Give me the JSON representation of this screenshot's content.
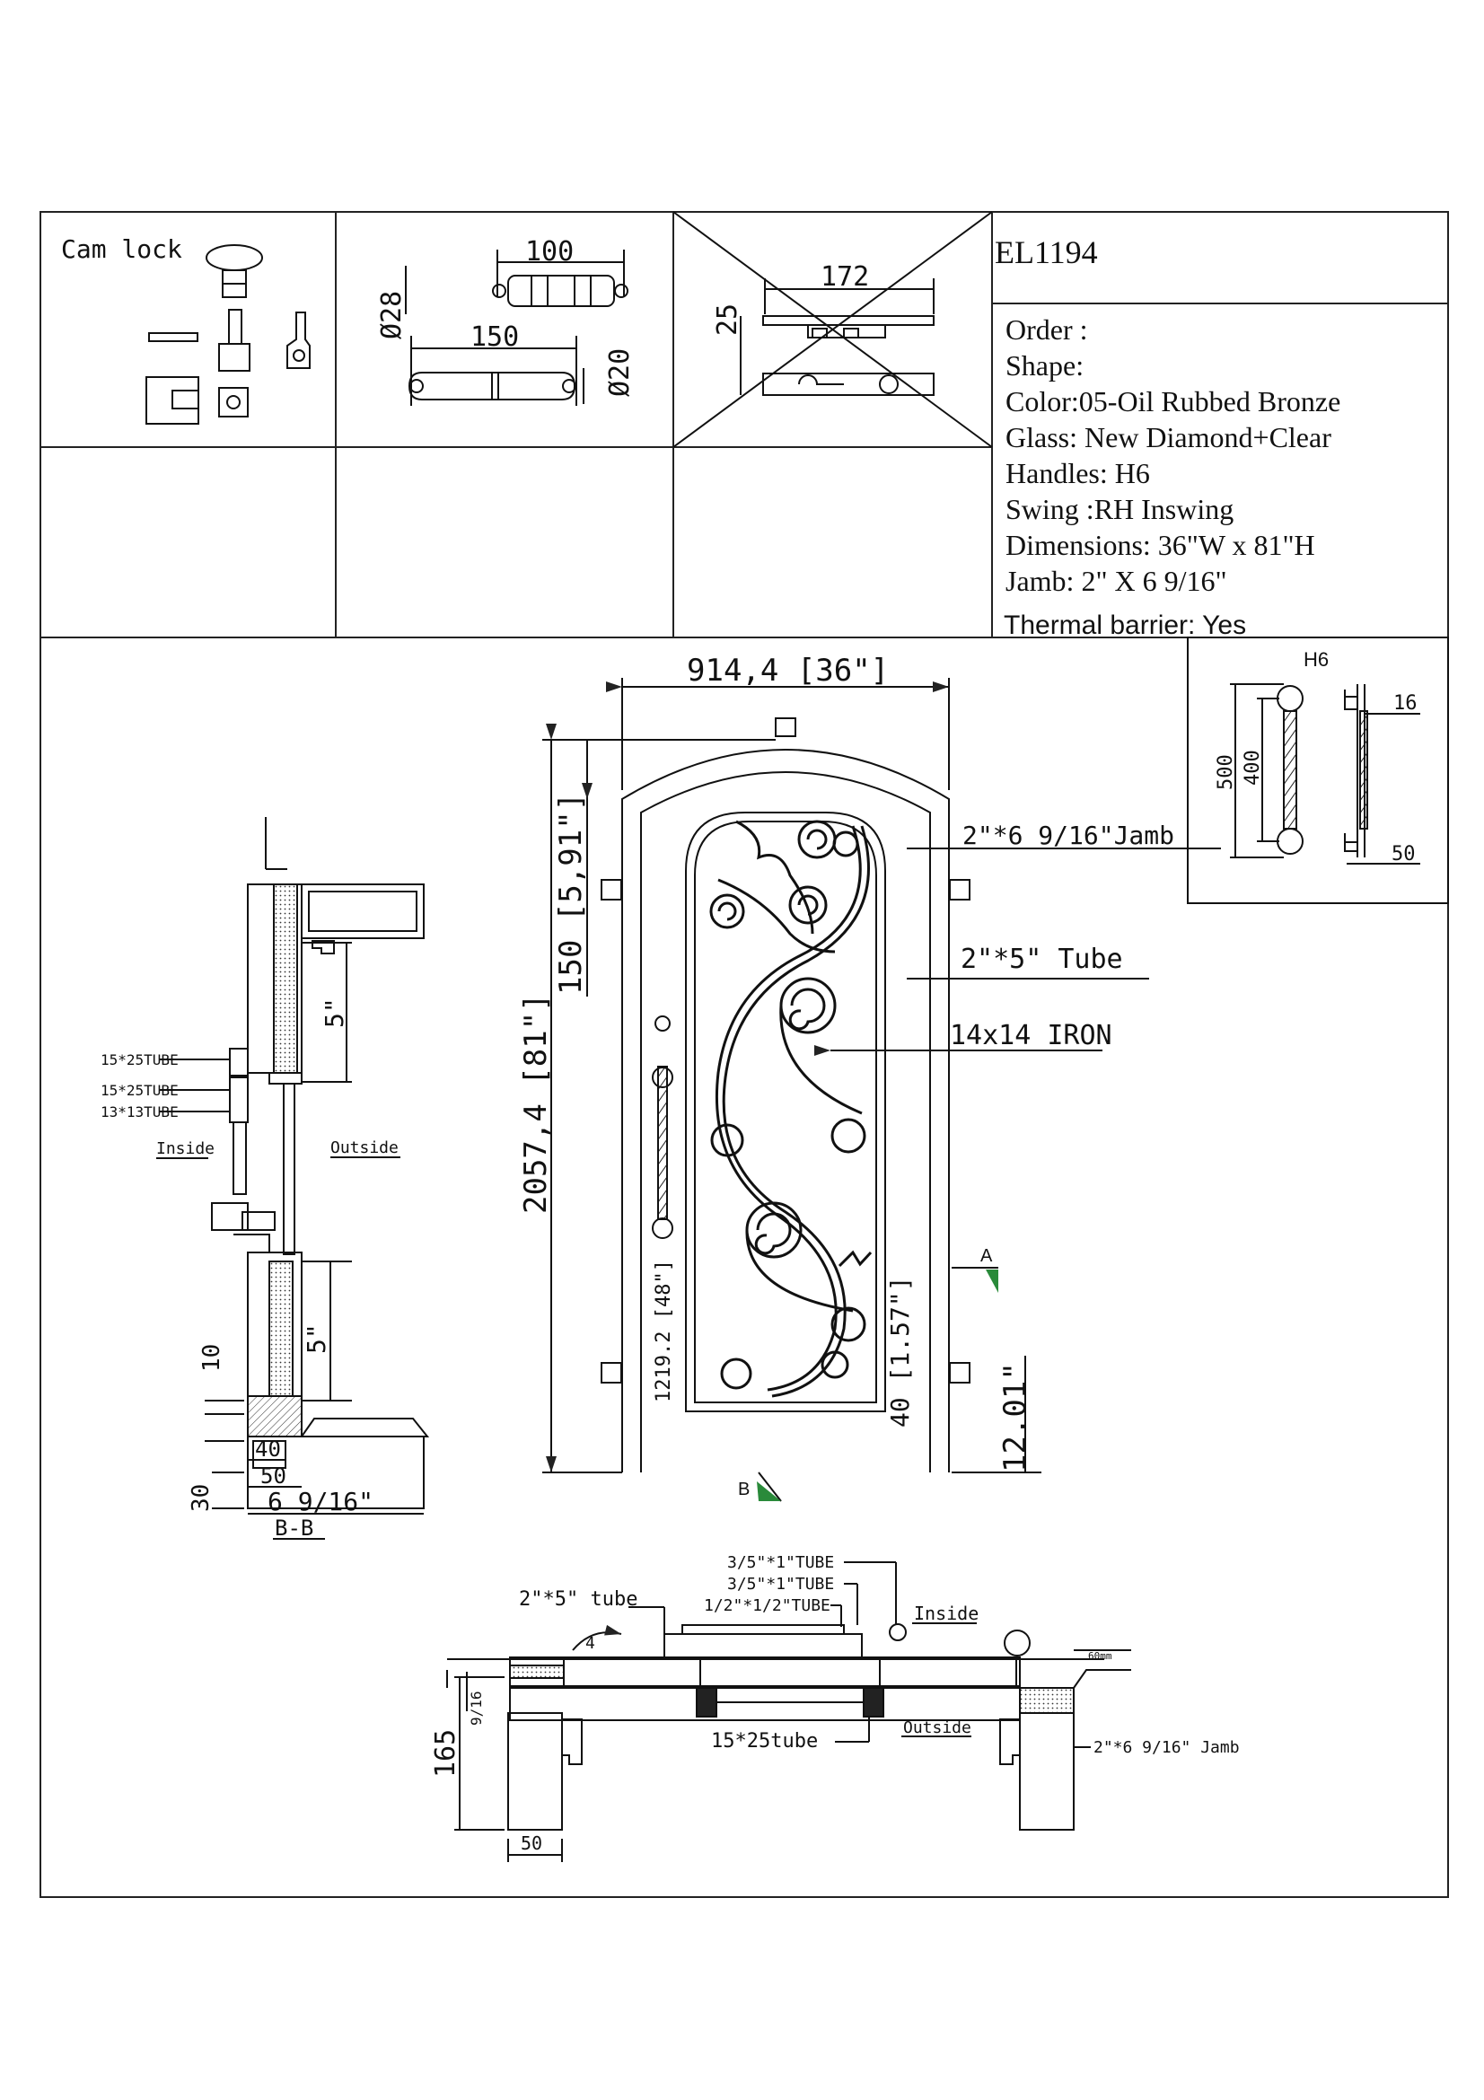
{
  "drawing_id": "EL1194",
  "cam_lock": {
    "title": "Cam lock"
  },
  "hinge_pin": {
    "dim_top": "100",
    "dim_dia_top": "Ø28",
    "dim_bottom": "150",
    "dim_dia_bottom": "Ø20"
  },
  "flush_bolt": {
    "dim_length": "172",
    "dim_height": "25"
  },
  "specs": {
    "order": "Order :",
    "shape": "Shape:",
    "color": "Color:05-Oil Rubbed Bronze",
    "glass": "Glass:  New Diamond+Clear",
    "handles": "Handles: H6",
    "swing": "Swing :RH Inswing",
    "dimensions": "Dimensions: 36\"W x 81\"H",
    "jamb": "Jamb: 2\" X 6 9/16\"",
    "thermal": "Thermal barrier: Yes",
    "thermal_color": "#d0121b"
  },
  "handle_detail": {
    "title": "H6",
    "dim_500": "500",
    "dim_400": "400",
    "dim_16": "16",
    "dim_50": "50"
  },
  "elevation": {
    "width": "914,4 [36\"]",
    "height": "2057,4 [81\"]",
    "arch": "150 [5,91\"]",
    "handle_height": "1219.2 [48\"]",
    "bottom_40": "40 [1.57\"]",
    "bottom_12": "12.01\"",
    "jamb_label": "2\"*6  9/16\"Jamb",
    "tube_label": "2\"*5\"  Tube",
    "iron_label": "14x14  IRON",
    "mark_a": "A",
    "mark_b": "B"
  },
  "section_bb": {
    "tube1": "15*25TUBE",
    "tube2": "15*25TUBE",
    "tube3": "13*13TUBE",
    "inside": "Inside",
    "outside": "Outside",
    "dim_5a": "5\"",
    "dim_5b": "5\"",
    "dim_10": "10",
    "dim_30": "30",
    "dim_40": "40",
    "dim_50": "50",
    "dim_jamb": "6  9/16\"",
    "title": "B-B"
  },
  "plan": {
    "tube_3_5_a": "3/5\"*1\"TUBE",
    "tube_3_5_b": "3/5\"*1\"TUBE",
    "tube_half": "1/2\"*1/2\"TUBE",
    "tube_2x5": "2\"*5\"  tube",
    "inside": "Inside",
    "outside": "Outside",
    "tube_15x25": "15*25tube",
    "jamb": "2\"*6  9/16\"  Jamb",
    "dim_4": "4",
    "dim_60": "60mm",
    "dim_916": "9/16",
    "dim_165": "165",
    "dim_50": "50"
  }
}
